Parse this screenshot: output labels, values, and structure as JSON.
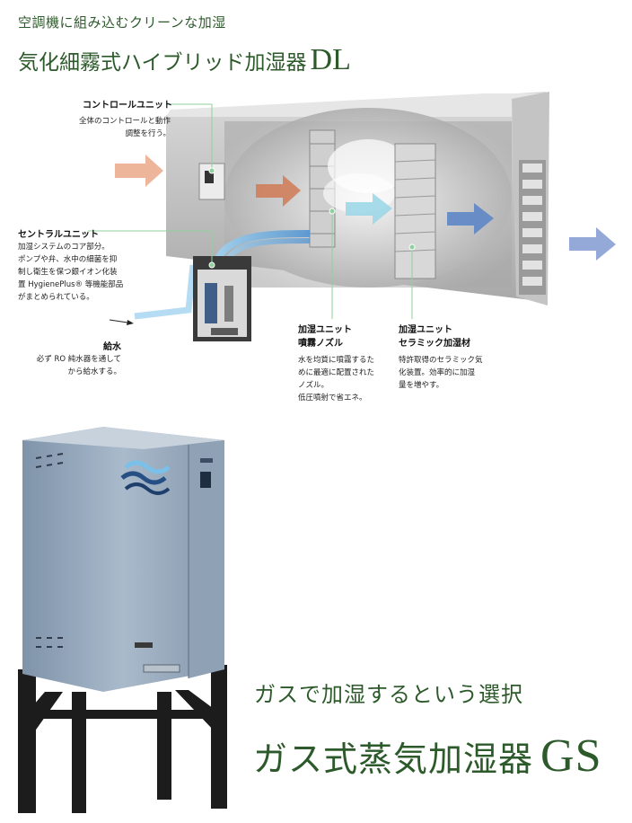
{
  "header": {
    "subtitle": "空調機に組み込むクリーンな加湿",
    "title": "気化細霧式ハイブリッド加湿器",
    "model": "DL"
  },
  "labels": {
    "control_unit": {
      "title": "コントロールユニット",
      "lines": [
        "全体のコントロールと動作",
        "調整を行う。"
      ]
    },
    "central_unit": {
      "title": "セントラルユニット",
      "lines": [
        "加湿システムのコア部分。",
        "ポンプや弁、水中の細菌を抑",
        "制し衛生を保つ銀イオン化装",
        "置 HygienePlus® 等機能部品",
        "がまとめられている。"
      ]
    },
    "water_supply": {
      "title": "給水",
      "lines": [
        "必ず RO 純水器を通して",
        "から給水する。"
      ]
    },
    "nozzle_unit": {
      "title_lines": [
        "加湿ユニット",
        "噴霧ノズル"
      ],
      "lines": [
        "水を均質に噴霧するた",
        "めに最適に配置された",
        "ノズル。",
        "低圧噴射で省エネ。"
      ]
    },
    "ceramic_unit": {
      "title_lines": [
        "加湿ユニット",
        "セラミック加湿材"
      ],
      "lines": [
        "特許取得のセラミック気",
        "化装置。効率的に加湿",
        "量を増やす。"
      ]
    }
  },
  "gs": {
    "subtitle": "ガスで加湿するという選択",
    "title": "ガス式蒸気加湿器",
    "model": "GS"
  },
  "colors": {
    "accent_green": "#2d5a2a",
    "label_line": "#8fd19a",
    "arrow_in": "#eaa98a",
    "arrow_out": "#8aa0d4"
  }
}
